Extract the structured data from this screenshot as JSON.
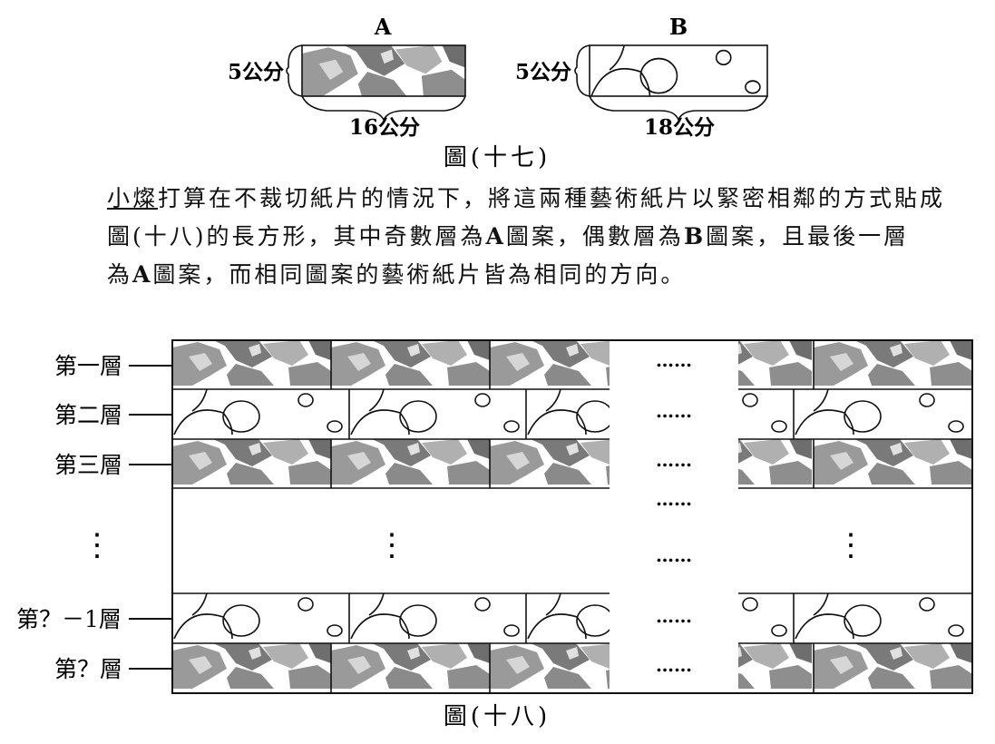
{
  "figure17": {
    "label_a": "A",
    "label_b": "B",
    "a_height": "5公分",
    "a_width": "16公分",
    "b_height": "5公分",
    "b_width": "18公分",
    "caption": "圖(十七)"
  },
  "paragraph": {
    "name": "小燦",
    "line1_rest": "打算在不裁切紙片的情況下，將這兩種藝術紙片以緊密相鄰的方式貼成",
    "line2_pre": "圖(十八)的長方形，其中奇數層為",
    "line2_a": "A",
    "line2_mid": "圖案，偶數層為",
    "line2_b": "B",
    "line2_post": "圖案，且最後一層",
    "line3_pre": "為",
    "line3_a": "A",
    "line3_post": "圖案，而相同圖案的藝術紙片皆為相同的方向。"
  },
  "figure18": {
    "row_labels": [
      "第一層",
      "第二層",
      "第三層",
      "第？－1層",
      "第？層"
    ],
    "ellipsis_h": "……",
    "ellipsis_v": "⋮",
    "caption": "圖(十八)"
  },
  "colors": {
    "tile_gray": "#8c8c8c",
    "tile_light": "#c8c8c8",
    "line": "#111111"
  }
}
